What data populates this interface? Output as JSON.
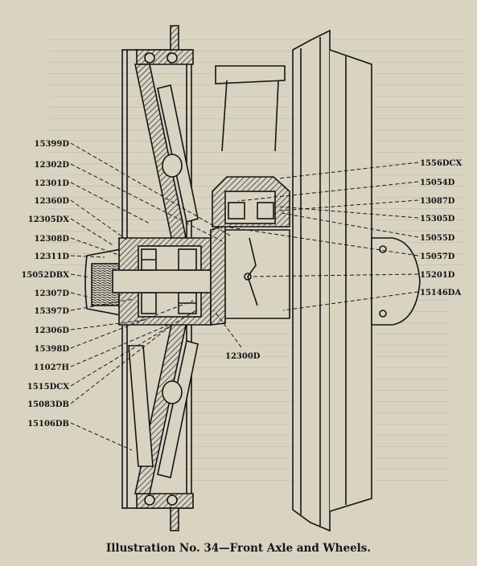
{
  "caption": "Illustration No. 34—Front Axle and Wheels.",
  "labels_left": [
    {
      "id": "l0",
      "text": "15399D"
    },
    {
      "id": "l1",
      "text": "12302D"
    },
    {
      "id": "l2",
      "text": "12301D"
    },
    {
      "id": "l3",
      "text": "12360D"
    },
    {
      "id": "l4",
      "text": "12305DX"
    },
    {
      "id": "l5",
      "text": "12308D"
    },
    {
      "id": "l6",
      "text": "12311D"
    },
    {
      "id": "l7",
      "text": "15052DBX"
    },
    {
      "id": "l8",
      "text": "12307D"
    },
    {
      "id": "l9",
      "text": "15397D"
    },
    {
      "id": "l10",
      "text": "12306D"
    },
    {
      "id": "l11",
      "text": "15398D"
    },
    {
      "id": "l12",
      "text": "11027H"
    },
    {
      "id": "l13",
      "text": "1515DCX"
    },
    {
      "id": "l14",
      "text": "15083DB"
    },
    {
      "id": "l15",
      "text": "15106DB"
    }
  ],
  "labels_right": [
    {
      "id": "r0",
      "text": "1556DCX"
    },
    {
      "id": "r1",
      "text": "15054D"
    },
    {
      "id": "r2",
      "text": "13087D"
    },
    {
      "id": "r3",
      "text": "15305D"
    },
    {
      "id": "r4",
      "text": "15055D"
    },
    {
      "id": "r5",
      "text": "15057D"
    },
    {
      "id": "r6",
      "text": "15201D"
    },
    {
      "id": "r7",
      "text": "15146DA"
    }
  ],
  "label_bottom": {
    "id": "b0",
    "text": "12300D"
  },
  "colors": {
    "paper": "#d9d3c1",
    "ink": "#141414"
  }
}
